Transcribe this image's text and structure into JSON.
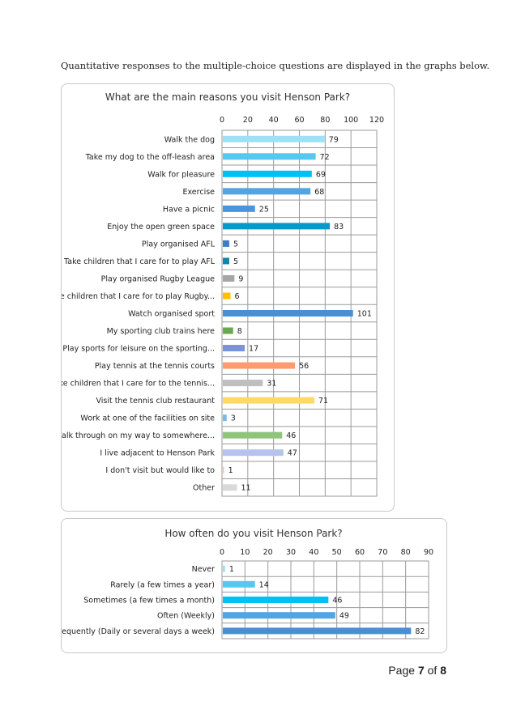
{
  "intro": "Quantitative responses to the multiple-choice questions are displayed in the graphs below.",
  "footer": {
    "page_word": "Page",
    "page": "7",
    "of_word": "of",
    "total": "8"
  },
  "chart_data": [
    {
      "type": "bar",
      "orientation": "horizontal",
      "title": "What are the main reasons you visit Henson Park?",
      "xlim": [
        0,
        120
      ],
      "xticks": [
        0,
        20,
        40,
        60,
        80,
        100,
        120
      ],
      "grid": true,
      "categories": [
        "Walk the dog",
        "Take my dog to the off-leash area",
        "Walk for pleasure",
        "Exercise",
        "Have a picnic",
        "Enjoy the open green space",
        "Play organised AFL",
        "Take children that I care for to play AFL",
        "Play organised Rugby League",
        "Take children that I care for to play Rugby...",
        "Watch organised sport",
        "My sporting club trains here",
        "Play sports for leisure on the sporting...",
        "Play tennis at the tennis courts",
        "Take children that I care for to the tennis...",
        "Visit the tennis club restaurant",
        "Work at one of the facilities on site",
        "Walk through on my way to somewhere...",
        "I live adjacent to Henson Park",
        "I don't visit but would like to",
        "Other"
      ],
      "values": [
        79,
        72,
        69,
        68,
        25,
        83,
        5,
        5,
        9,
        6,
        101,
        8,
        17,
        56,
        31,
        71,
        3,
        46,
        47,
        1,
        11
      ],
      "colors": [
        "#9fe0f7",
        "#55c8ee",
        "#00c0f5",
        "#52a5e3",
        "#4a95dd",
        "#0799cb",
        "#3a7ec6",
        "#0f86ad",
        "#a6a6a6",
        "#ffc000",
        "#4a8fd4",
        "#6aa84f",
        "#7b92d8",
        "#ff9a70",
        "#bfbfbf",
        "#ffd966",
        "#7db8ea",
        "#8fc47a",
        "#b4c4ec",
        "#f8c4b4",
        "#d9d9d9"
      ]
    },
    {
      "type": "bar",
      "orientation": "horizontal",
      "title": "How often do you visit Henson Park?",
      "xlim": [
        0,
        90
      ],
      "xticks": [
        0,
        10,
        20,
        30,
        40,
        50,
        60,
        70,
        80,
        90
      ],
      "grid": true,
      "categories": [
        "Never",
        "Rarely (a few times a year)",
        "Sometimes (a few times a month)",
        "Often (Weekly)",
        "Frequently (Daily or several days a week)"
      ],
      "values": [
        1,
        14,
        46,
        49,
        82
      ],
      "colors": [
        "#9fe0f7",
        "#55c8ee",
        "#00c0f5",
        "#52a5e3",
        "#4a8fd4"
      ]
    }
  ]
}
